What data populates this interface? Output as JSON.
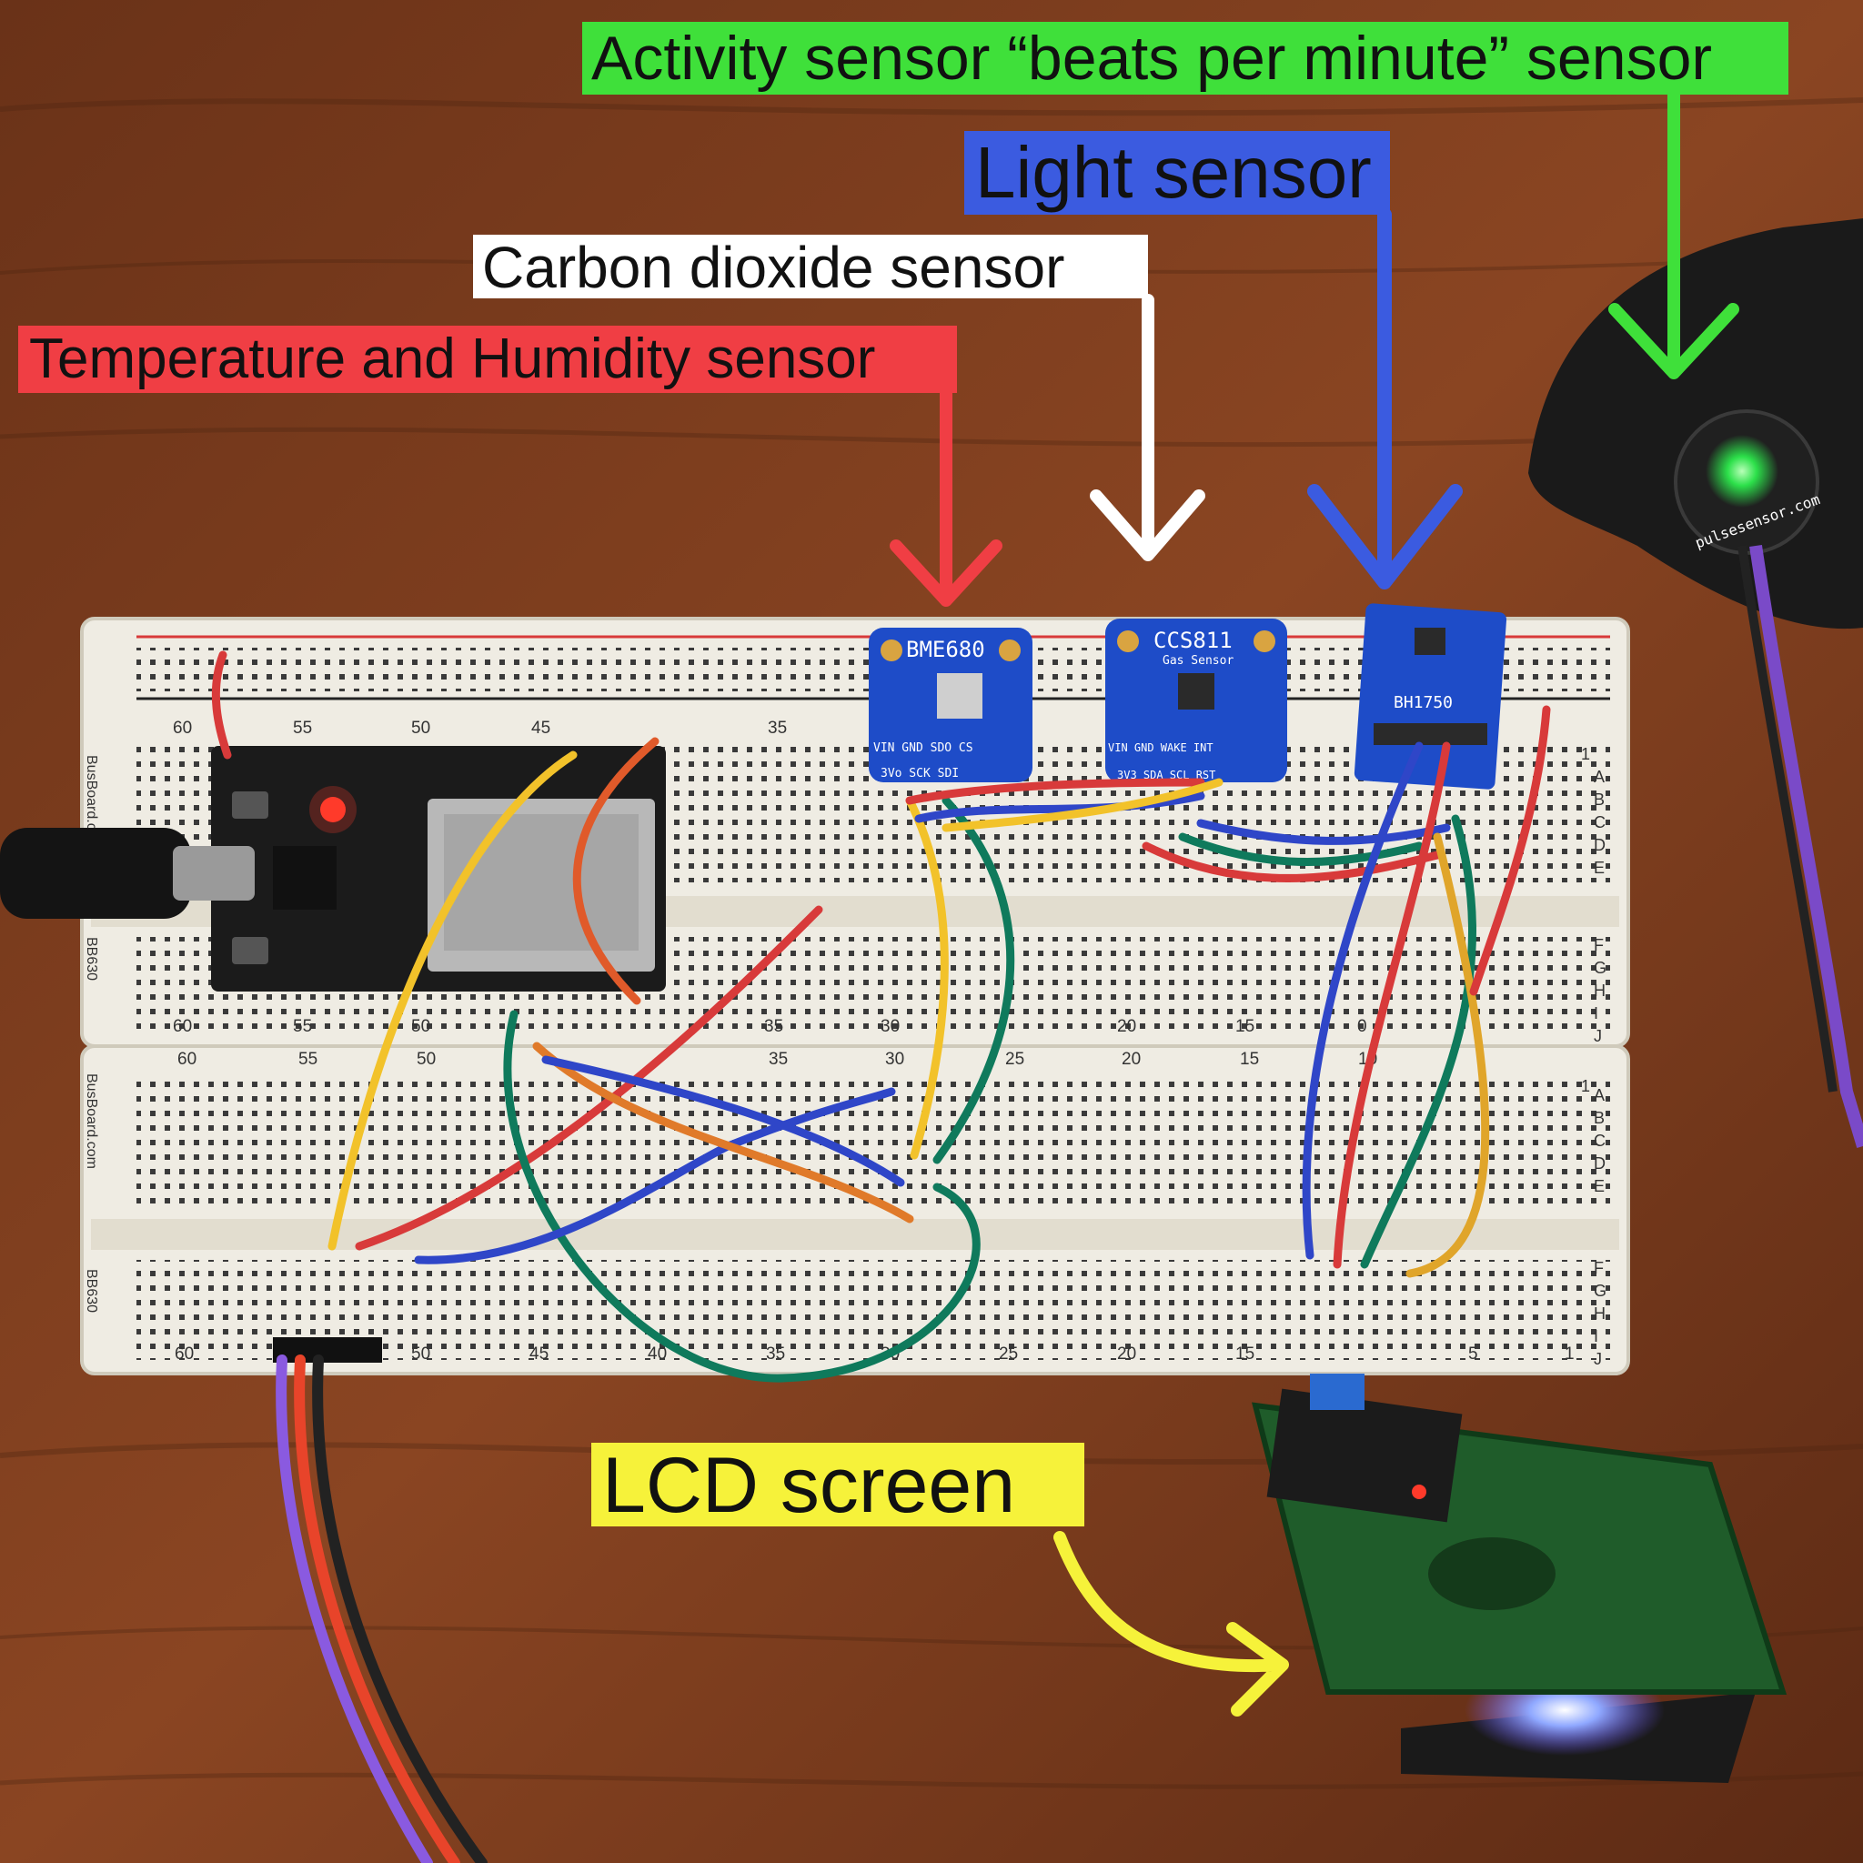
{
  "colors": {
    "activity": "#3fe03a",
    "light": "#3b5be0",
    "co2": "#ffffff",
    "temp": "#f03e44",
    "lcd": "#f6f23a",
    "desk": "#7a3b1c",
    "breadboard": "#efece3",
    "sensor_board": "#1e4cc8"
  },
  "labels": {
    "activity": "Activity sensor “beats per minute” sensor",
    "light": "Light sensor",
    "co2": "Carbon dioxide sensor",
    "temp": "Temperature and Humidity sensor",
    "lcd": "LCD screen"
  },
  "boards": {
    "bme680": {
      "name": "BME680",
      "pins_top": "VIN  GND  SDO  CS",
      "pins_bottom": "3Vo  SCK  SDI"
    },
    "ccs811": {
      "name": "CCS811",
      "subtitle": "Gas Sensor",
      "pins_top": "VIN  GND  WAKE  INT",
      "pins_bottom": "3V3  SDA SCL  RST"
    },
    "bh1750": {
      "name": "BH1750"
    },
    "pulse": {
      "name": "pulsesensor.com"
    }
  },
  "breadboard": {
    "brand": "BusBoard.com",
    "model": "BB630",
    "rows_a": [
      "A",
      "B",
      "C",
      "D",
      "E"
    ],
    "rows_f": [
      "F",
      "G",
      "H",
      "I",
      "J"
    ],
    "cols_top": [
      "60",
      "55",
      "50",
      "45",
      "35"
    ],
    "cols_mid_upper": [
      "60",
      "55",
      "50",
      "35",
      "30",
      "20",
      "15",
      "0"
    ],
    "cols_mid_lower": [
      "60",
      "55",
      "50",
      "35",
      "30",
      "25",
      "20",
      "15",
      "10"
    ],
    "cols_bottom": [
      "60",
      "50",
      "45",
      "40",
      "35",
      "30",
      "25",
      "20",
      "15",
      "5",
      "1"
    ],
    "row_one": "1"
  }
}
